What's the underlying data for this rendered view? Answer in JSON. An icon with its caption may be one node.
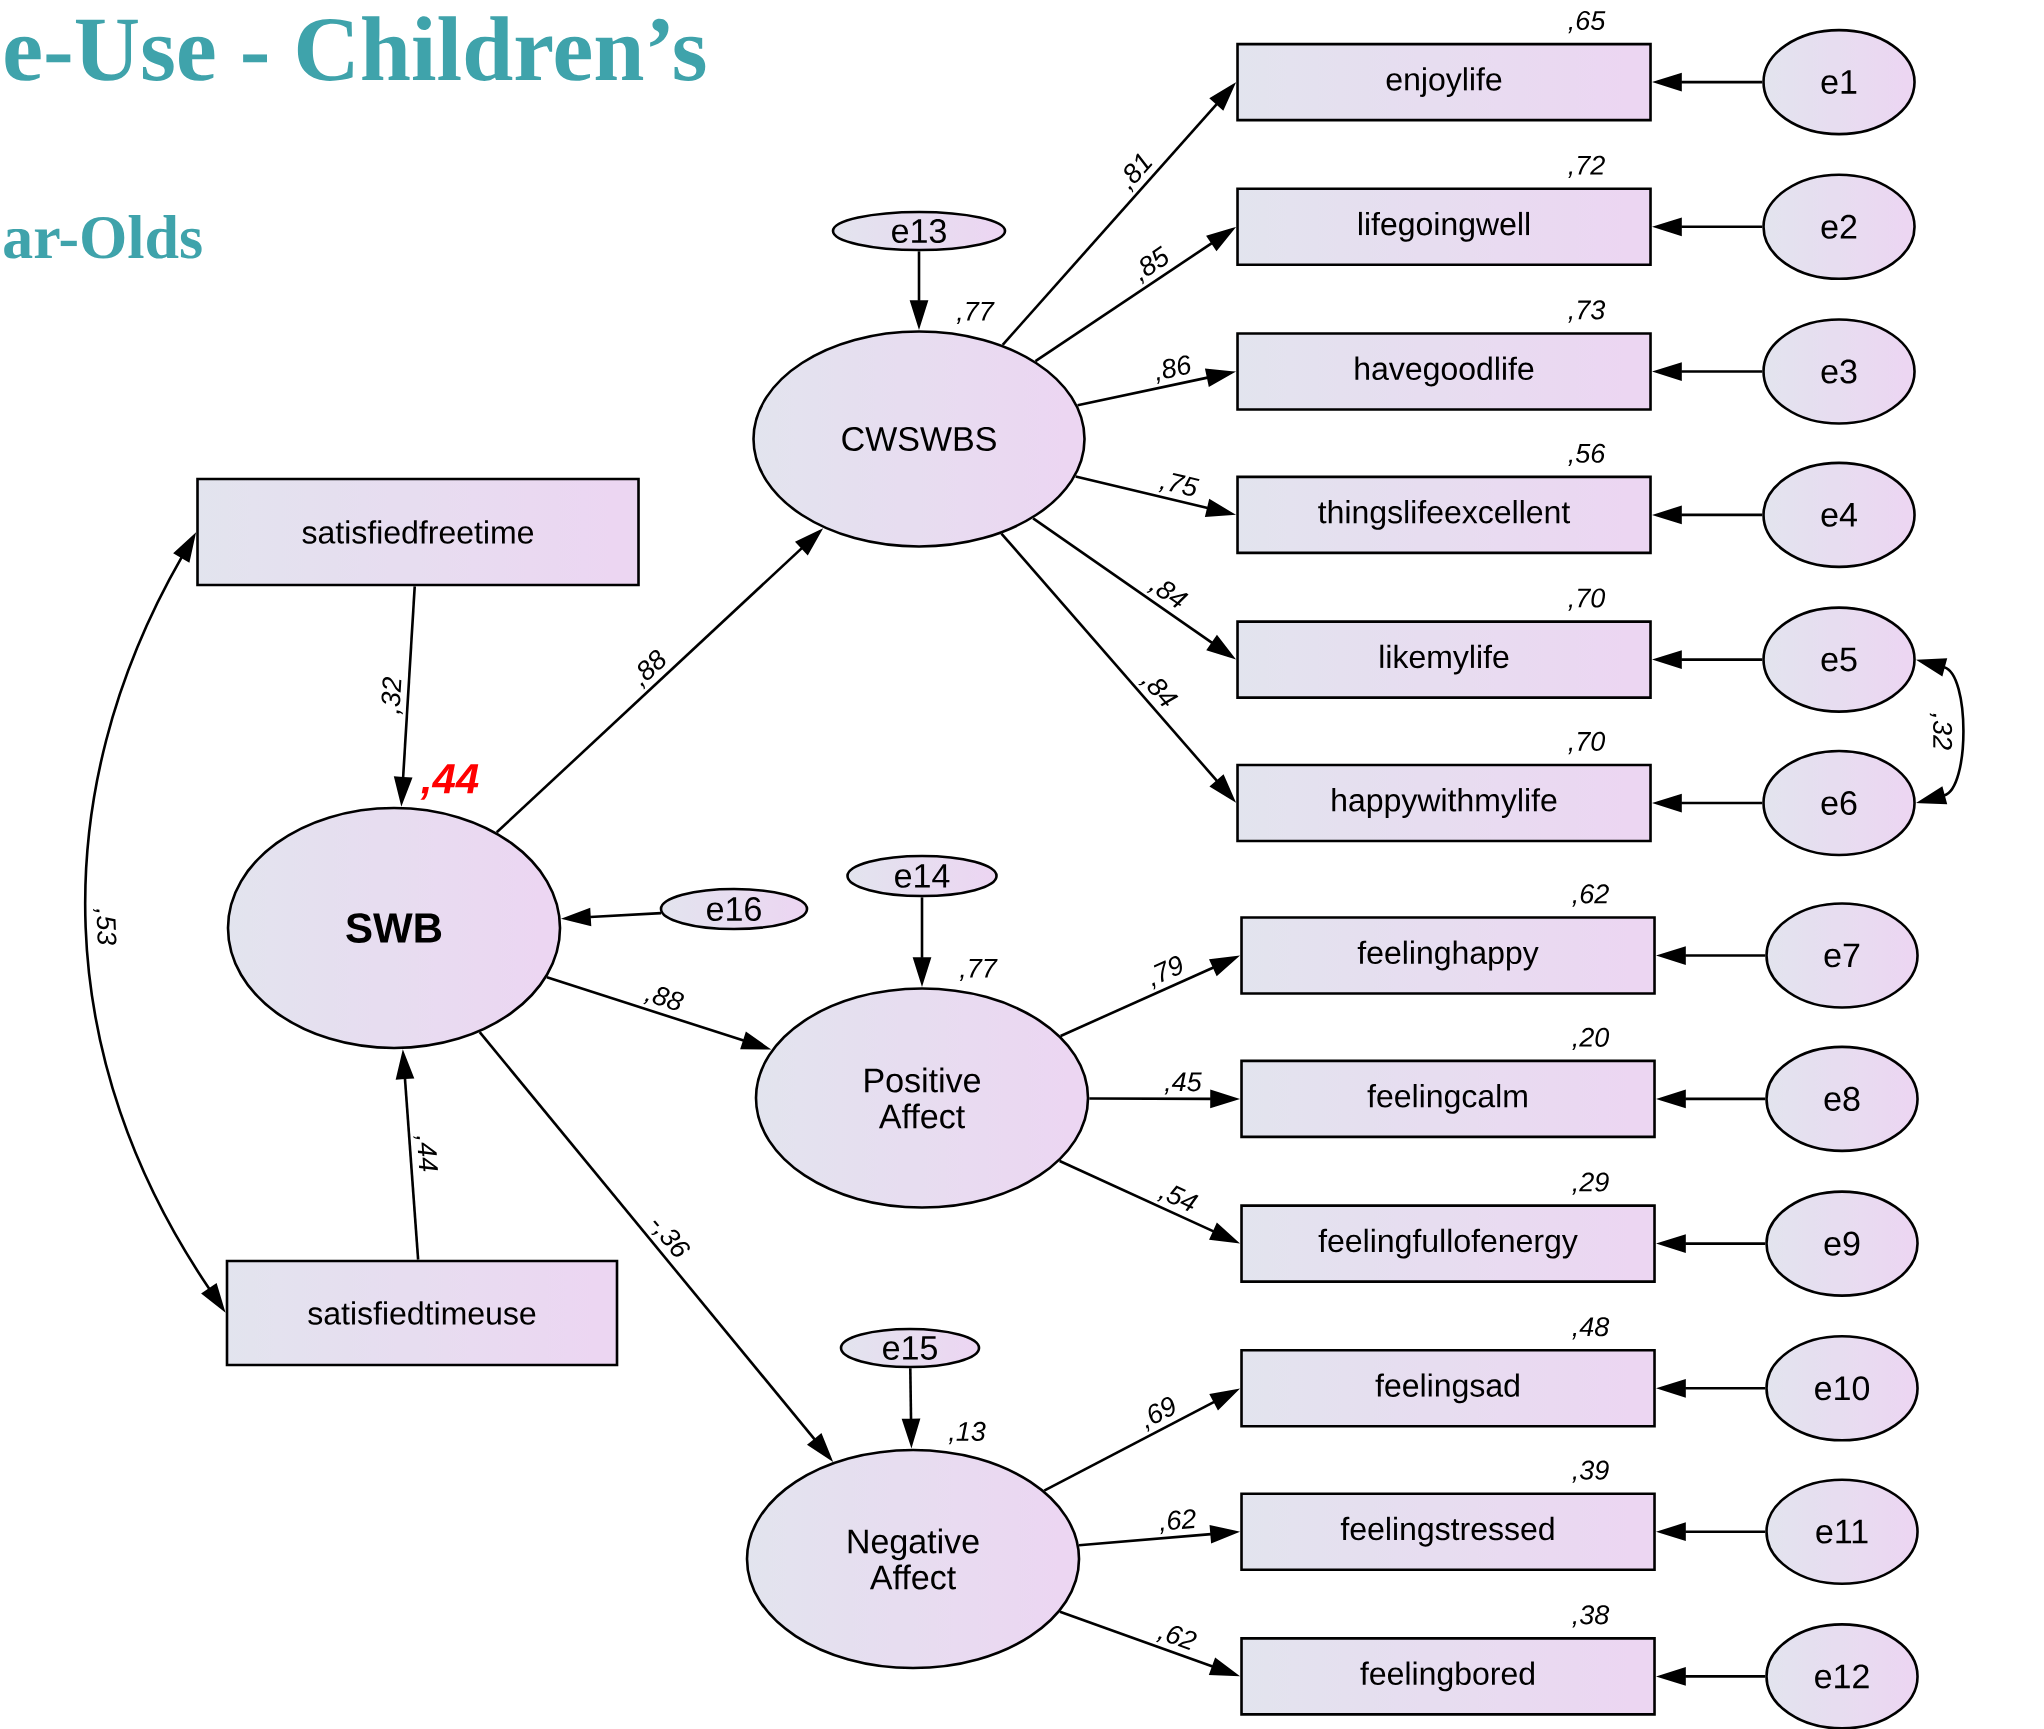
{
  "diagram": {
    "title": "e-Use - Children’s",
    "nodes": [
      {
        "text": [
          "satisfiedfreetime"
        ]
      },
      {
        "text": [
          "SWB"
        ],
        "beside": [
          ",44"
        ]
      },
      {
        "text": [
          "e16"
        ]
      },
      {
        "text": [
          "satisfiedtimeuse"
        ]
      },
      {
        "text": [
          "e13"
        ]
      },
      {
        "text": [
          "CWSWBS"
        ],
        "beside": [
          ",77"
        ]
      },
      {
        "text": [
          "e14"
        ]
      },
      {
        "text": [
          "Positive Affect"
        ],
        "beside": [
          ",77"
        ]
      },
      {
        "text": [
          "e15"
        ]
      },
      {
        "text": [
          "Negative Affect"
        ],
        "beside": [
          ",13"
        ]
      },
      {
        "text": [
          "enjoylife"
        ],
        "beside": [
          ",65"
        ]
      },
      {
        "text": [
          "lifegoingwell"
        ],
        "beside": [
          ",72"
        ]
      },
      {
        "text": [
          "havegoodlife"
        ],
        "beside": [
          ",73"
        ]
      },
      {
        "text": [
          "thingslifeexcellent"
        ],
        "beside": [
          ",56"
        ]
      },
      {
        "text": [
          "likemylife"
        ],
        "beside": [
          ",70"
        ]
      },
      {
        "text": [
          "happywithmylife"
        ],
        "beside": [
          ",70"
        ]
      },
      {
        "text": [
          "feelinghappy"
        ],
        "beside": [
          ",62"
        ]
      },
      {
        "text": [
          "feelingcalm"
        ],
        "beside": [
          ",20"
        ]
      },
      {
        "text": [
          "feelingfullofenergy"
        ],
        "beside": [
          ",29"
        ]
      },
      {
        "text": [
          "feelingsad"
        ],
        "beside": [
          ",48"
        ]
      },
      {
        "text": [
          "feelingstressed"
        ],
        "beside": [
          ",39"
        ]
      },
      {
        "text": [
          "feelingbored"
        ],
        "beside": [
          ",38"
        ]
      },
      {
        "text": [
          "e1"
        ]
      },
      {
        "text": [
          "e2"
        ]
      },
      {
        "text": [
          "e3"
        ]
      },
      {
        "text": [
          "e4"
        ]
      },
      {
        "text": [
          "e5"
        ]
      },
      {
        "text": [
          "e6"
        ]
      },
      {
        "text": [
          "e7"
        ]
      },
      {
        "text": [
          "e8"
        ]
      },
      {
        "text": [
          "e9"
        ]
      },
      {
        "text": [
          "e10"
        ]
      },
      {
        "text": [
          "e11"
        ]
      },
      {
        "text": [
          "e12"
        ]
      }
    ],
    "edges": [
      {
        "from": 0,
        "to": 1,
        "arrow": "to",
        "label": ",32"
      },
      {
        "from": 3,
        "to": 1,
        "arrow": "to",
        "label": ",44"
      },
      {
        "from": 0,
        "to": 3,
        "arrow": "both",
        "label": ",53"
      },
      {
        "from": 2,
        "to": 1,
        "arrow": "to"
      },
      {
        "from": 1,
        "to": 5,
        "arrow": "to",
        "label": ",88"
      },
      {
        "from": 1,
        "to": 7,
        "arrow": "to",
        "label": ",88"
      },
      {
        "from": 1,
        "to": 9,
        "arrow": "to",
        "label": "-,36"
      },
      {
        "from": 4,
        "to": 5,
        "arrow": "to"
      },
      {
        "from": 6,
        "to": 7,
        "arrow": "to"
      },
      {
        "from": 8,
        "to": 9,
        "arrow": "to"
      },
      {
        "from": 5,
        "to": 10,
        "arrow": "to",
        "label": ",81"
      },
      {
        "from": 5,
        "to": 11,
        "arrow": "to",
        "label": ",85"
      },
      {
        "from": 5,
        "to": 12,
        "arrow": "to",
        "label": ",86"
      },
      {
        "from": 5,
        "to": 13,
        "arrow": "to",
        "label": ",75"
      },
      {
        "from": 5,
        "to": 14,
        "arrow": "to",
        "label": ",84"
      },
      {
        "from": 5,
        "to": 15,
        "arrow": "to",
        "label": ",84"
      },
      {
        "from": 7,
        "to": 16,
        "arrow": "to",
        "label": ",79"
      },
      {
        "from": 7,
        "to": 17,
        "arrow": "to",
        "label": ",45"
      },
      {
        "from": 7,
        "to": 18,
        "arrow": "to",
        "label": ",54"
      },
      {
        "from": 9,
        "to": 19,
        "arrow": "to",
        "label": ",69"
      },
      {
        "from": 9,
        "to": 20,
        "arrow": "to",
        "label": ",62"
      },
      {
        "from": 9,
        "to": 21,
        "arrow": "to",
        "label": ",62"
      },
      {
        "from": 22,
        "to": 10,
        "arrow": "to"
      },
      {
        "from": 23,
        "to": 11,
        "arrow": "to"
      },
      {
        "from": 24,
        "to": 12,
        "arrow": "to"
      },
      {
        "from": 25,
        "to": 13,
        "arrow": "to"
      },
      {
        "from": 26,
        "to": 14,
        "arrow": "to"
      },
      {
        "from": 27,
        "to": 15,
        "arrow": "to"
      },
      {
        "from": 28,
        "to": 16,
        "arrow": "to"
      },
      {
        "from": 29,
        "to": 17,
        "arrow": "to"
      },
      {
        "from": 30,
        "to": 18,
        "arrow": "to"
      },
      {
        "from": 31,
        "to": 19,
        "arrow": "to"
      },
      {
        "from": 32,
        "to": 20,
        "arrow": "to"
      },
      {
        "from": 33,
        "to": 21,
        "arrow": "to"
      },
      {
        "from": 26,
        "to": 27,
        "arrow": "both",
        "label": ",32"
      }
    ],
    "labels": [
      "ar-Olds"
    ]
  }
}
